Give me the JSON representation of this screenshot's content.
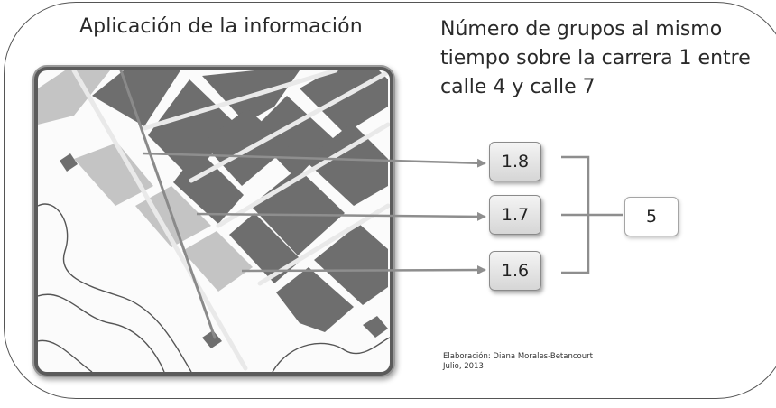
{
  "left_title": "Aplicación de la información",
  "right_title": "Número de grupos al mismo tiempo sobre la carrera 1 entre calle 4 y calle 7",
  "group_values": [
    "1.8",
    "1.7",
    "1.6"
  ],
  "total_value": "5",
  "credit": {
    "author": "Elaboración: Diana Morales-Betancourt",
    "date": "Julio, 2013"
  }
}
